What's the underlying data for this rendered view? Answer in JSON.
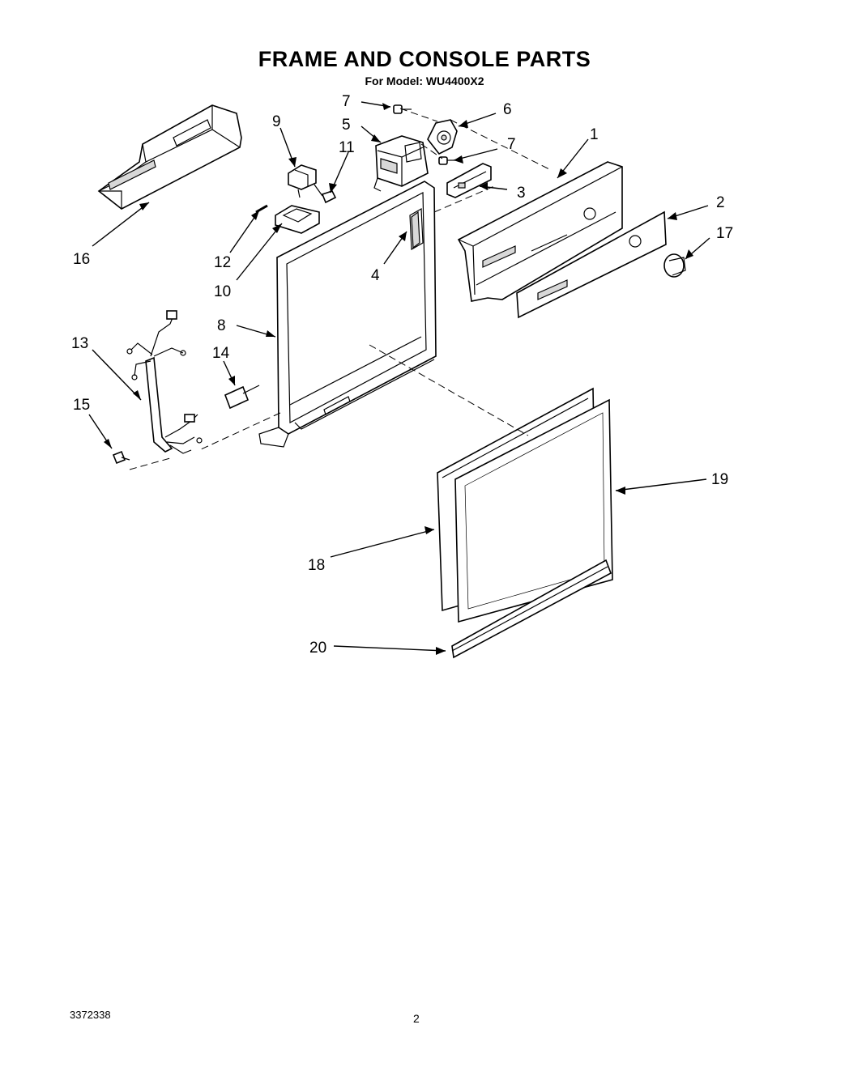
{
  "header": {
    "title": "FRAME AND CONSOLE PARTS",
    "subtitle": "For Model: WU4400X2"
  },
  "callouts": {
    "c1": "1",
    "c2": "2",
    "c3": "3",
    "c4": "4",
    "c5": "5",
    "c6": "6",
    "c7a": "7",
    "c7b": "7",
    "c8": "8",
    "c9": "9",
    "c10": "10",
    "c11": "11",
    "c12": "12",
    "c13": "13",
    "c14": "14",
    "c15": "15",
    "c16": "16",
    "c17": "17",
    "c18": "18",
    "c19": "19",
    "c20": "20"
  },
  "footer": {
    "doc_number": "3372338",
    "page_number": "2"
  }
}
